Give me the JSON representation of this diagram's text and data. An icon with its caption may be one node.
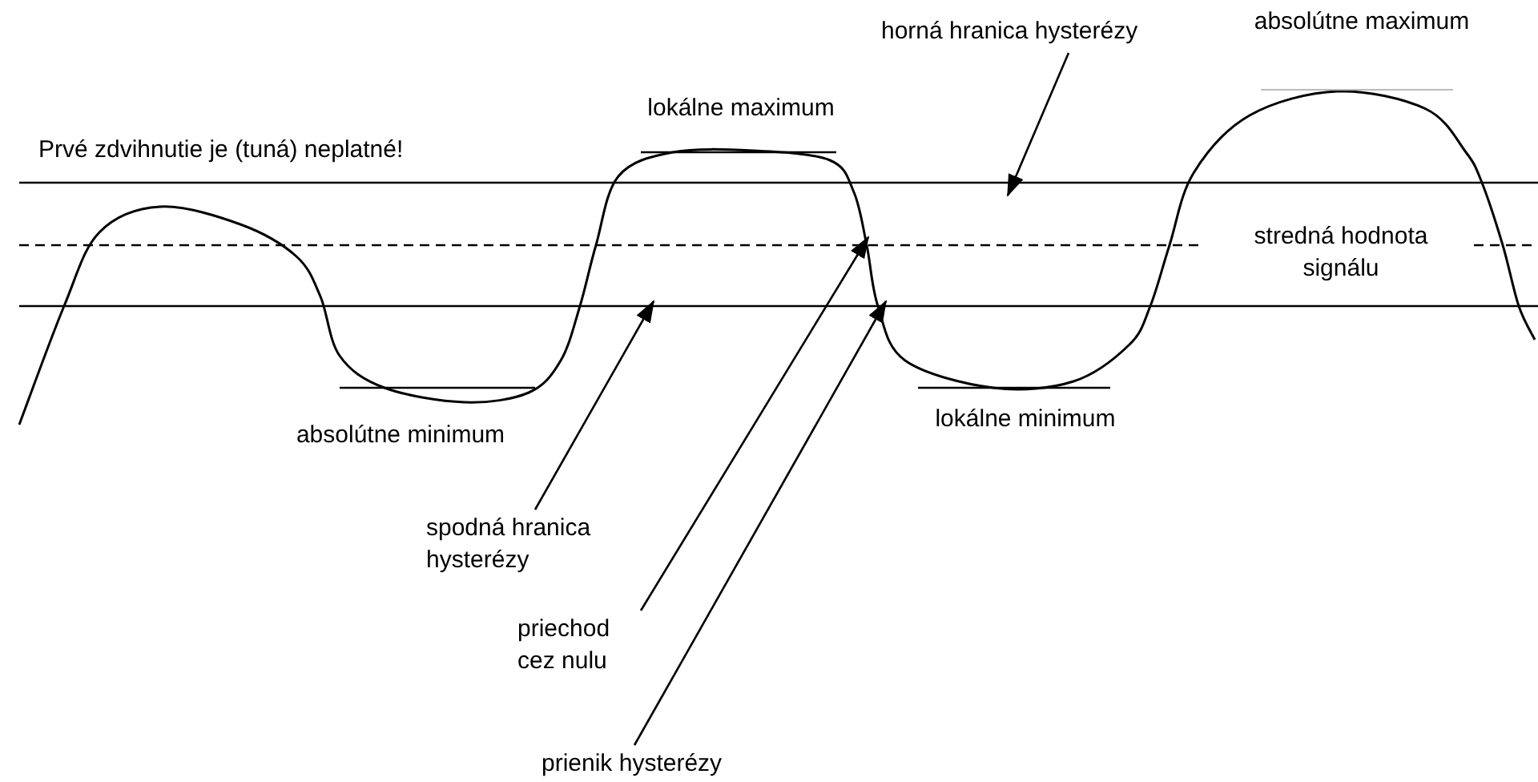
{
  "diagram": {
    "nodes": [
      {
        "text": [
          "horná hranica hysterézy"
        ]
      },
      {
        "text": [
          "spodná hranica hysterézy"
        ]
      },
      {
        "text": [
          "priechod cez nulu"
        ]
      },
      {
        "text": [
          "prienik hysterézy"
        ]
      }
    ],
    "edges": [
      {
        "from": 0,
        "to": null,
        "arrow": "to"
      },
      {
        "from": 1,
        "to": null,
        "arrow": "to"
      },
      {
        "from": 2,
        "to": null,
        "arrow": "to"
      },
      {
        "from": 3,
        "to": null,
        "arrow": "to"
      }
    ],
    "labels": [
      "absolútne maximum",
      "lokálne maximum",
      "Prvé zdvihnutie je (tuná) neplatné!",
      "stredná hodnota signálu",
      "absolútne minimum",
      "lokálne minimum"
    ]
  }
}
